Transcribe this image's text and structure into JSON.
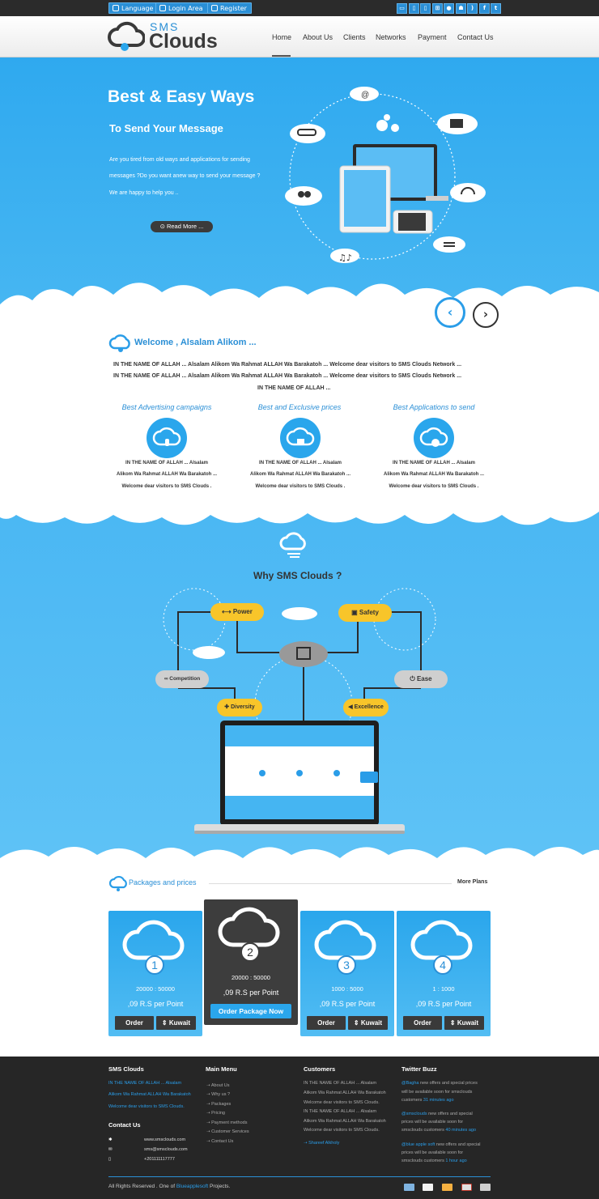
{
  "topbar": {
    "language": "Language",
    "login": "Login Area",
    "register": "Register",
    "social": [
      "monitor-icon",
      "tablet-icon",
      "phone-icon",
      "windows-icon",
      "apple-icon",
      "android-icon",
      "rss-icon",
      "facebook-icon",
      "twitter-icon"
    ]
  },
  "logo": {
    "sms": "SMS",
    "clouds": "Clouds"
  },
  "nav": [
    "Home",
    "About Us",
    "Clients",
    "Networks",
    "Payment",
    "Contact Us"
  ],
  "hero": {
    "title": "Best & Easy Ways",
    "subtitle": "To Send Your Message",
    "lines": [
      "Are you tired from old ways and applications for sending",
      "messages ?Do you want anew way to send your message ?",
      "We are happy to help you .."
    ],
    "read_more": "Read More ...",
    "email_glyph": "@"
  },
  "welcome": {
    "title": "Welcome , Alsalam Alikom ...",
    "lines": [
      "IN THE NAME OF ALLAH ... Alsalam Alikom Wa Rahmat ALLAH Wa Barakatoh ... Welcome dear visitors to SMS Clouds Network ...",
      "IN THE NAME OF ALLAH ... Alsalam Alikom Wa Rahmat ALLAH Wa Barakatoh ... Welcome dear visitors to SMS Clouds Network ...",
      "IN THE NAME OF ALLAH ..."
    ],
    "features": [
      {
        "title": "Best Advertising campaigns",
        "lines": [
          "IN THE NAME OF ALLAH ... Alsalam",
          "Alikom Wa Rahmat ALLAH Wa Barakatoh ...",
          "Welcome dear visitors to SMS Clouds ."
        ]
      },
      {
        "title": "Best and Exclusive prices",
        "lines": [
          "IN THE NAME OF ALLAH ... Alsalam",
          "Alikom Wa Rahmat ALLAH Wa Barakatoh ...",
          "Welcome dear visitors to SMS Clouds ."
        ]
      },
      {
        "title": "Best Applications to send",
        "lines": [
          "IN THE NAME OF ALLAH ... Alsalam",
          "Alikom Wa Rahmat ALLAH Wa Barakatoh ...",
          "Welcome dear visitors to SMS Clouds ."
        ]
      }
    ]
  },
  "why": {
    "title": "Why SMS Clouds ?",
    "bubbles": {
      "power": "Power",
      "safety": "Safety",
      "competition": "Competition",
      "ease": "Ease",
      "diversity": "Diversity",
      "excellence": "Excellence"
    }
  },
  "packages": {
    "title": "Packages and prices",
    "more": "More Plans",
    "items": [
      {
        "num": "1",
        "range": "20000 : 50000",
        "price": ",09 R.S per Point",
        "order": "Order",
        "country": "Kuwait"
      },
      {
        "num": "2",
        "range": "20000 : 50000",
        "price": ",09 R.S per Point",
        "order_now": "Order Package Now"
      },
      {
        "num": "3",
        "range": "1000 : 5000",
        "price": ",09 R.S per Point",
        "order": "Order",
        "country": "Kuwait"
      },
      {
        "num": "4",
        "range": "1 : 1000",
        "price": ",09 R.S per Point",
        "order": "Order",
        "country": "Kuwait"
      }
    ]
  },
  "footer": {
    "col1": {
      "title": "SMS Clouds",
      "lines": [
        "IN THE NAME OF ALLAH ... Alsalam",
        "Alikom Wa Rahmat ALLAH Wa Barakatoh",
        "Welcome dear visitors to SMS Clouds."
      ]
    },
    "contact": {
      "title": "Contact Us",
      "web": "www.smsclouds.com",
      "email": "sms@smsclouds.com",
      "phone": "+201111117777"
    },
    "menu": {
      "title": "Main Menu",
      "items": [
        "About Us",
        "Why us ?",
        "Packages",
        "Pricing",
        "Payment methods",
        "Customer Services",
        "Contact Us"
      ]
    },
    "customers": {
      "title": "Customers",
      "lines": [
        "IN THE NAME OF ALLAH ... Alsalam",
        "Alikom Wa Rahmat ALLAH Wa Barakatoh",
        "Welcome dear visitors to SMS Clouds.",
        "IN THE NAME OF ALLAH ... Alsalam",
        "Alikom Wa Rahmat ALLAH Wa Barakatoh",
        "Welcome dear visitors to SMS Clouds."
      ],
      "author": "Shareef Alkholy"
    },
    "twitter": {
      "title": "Twitter Buzz",
      "tweets": [
        {
          "user": "@Bagha",
          "l1": " new offers and special prices",
          "l2": "will be available soon for smsclouds",
          "l3": "customers ",
          "time": "31 minutes ago"
        },
        {
          "user": "@smsclouds",
          "l1": " new offers and special",
          "l2": "prices will be available soon for",
          "l3": "smsclouds customers ",
          "time": "40 minutes ago"
        },
        {
          "user": "@blue apple soft",
          "l1": " new offers and special",
          "l2": "prices will be available soon for",
          "l3": "smsclouds customers ",
          "time": "1 hour ago"
        }
      ]
    },
    "copy_pre": "All Rights Reserved . One of ",
    "copy_link": "Blueapplesoft",
    "copy_post": " Projects."
  },
  "colors": {
    "primary": "#2a8fd6",
    "sky": "#2fa9ef",
    "dark": "#262626",
    "yellow": "#f8c52a"
  }
}
